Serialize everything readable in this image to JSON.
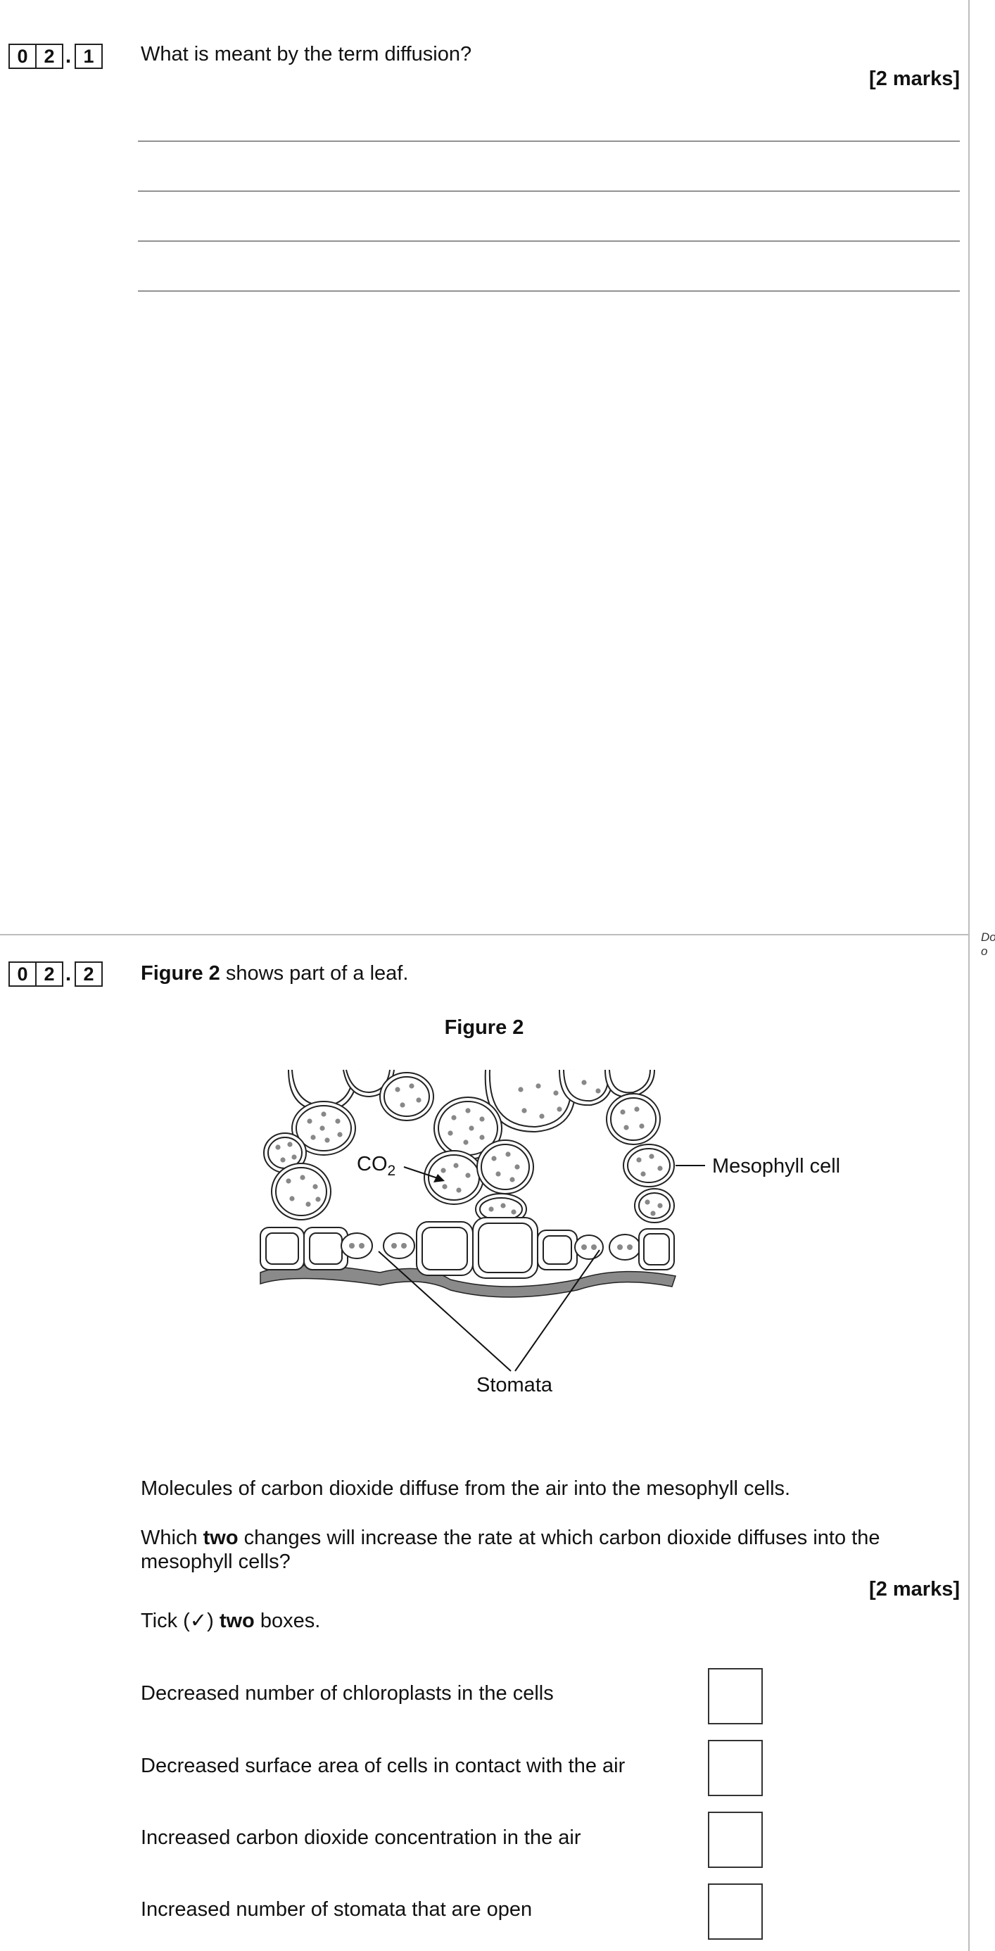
{
  "q1": {
    "num": [
      "0",
      "2",
      "1"
    ],
    "text": "What is meant by the term diffusion?",
    "marks": "[2 marks]"
  },
  "side_note": [
    "Do",
    "o"
  ],
  "q2": {
    "num": [
      "0",
      "2",
      "2"
    ],
    "intro_bold": "Figure 2",
    "intro_rest": " shows part of a leaf.",
    "figure_title": "Figure 2",
    "figure_labels": {
      "co2": "CO",
      "co2_sub": "2",
      "mesophyll": "Mesophyll cell",
      "stomata": "Stomata"
    },
    "para1": "Molecules of carbon dioxide diffuse from the air into the mesophyll cells.",
    "para2_a": "Which ",
    "para2_bold": "two",
    "para2_b": " changes will increase the rate at which carbon dioxide diffuses into the",
    "para2_c": "mesophyll cells?",
    "marks": "[2 marks]",
    "tick_a": "Tick (",
    "tick_mark": "✓",
    "tick_b": ") ",
    "tick_bold": "two",
    "tick_c": " boxes.",
    "options": [
      "Decreased number of chloroplasts in the cells",
      "Decreased surface area of cells in contact with the air",
      "Increased carbon dioxide concentration in the air",
      "Increased number of stomata that are open"
    ]
  }
}
